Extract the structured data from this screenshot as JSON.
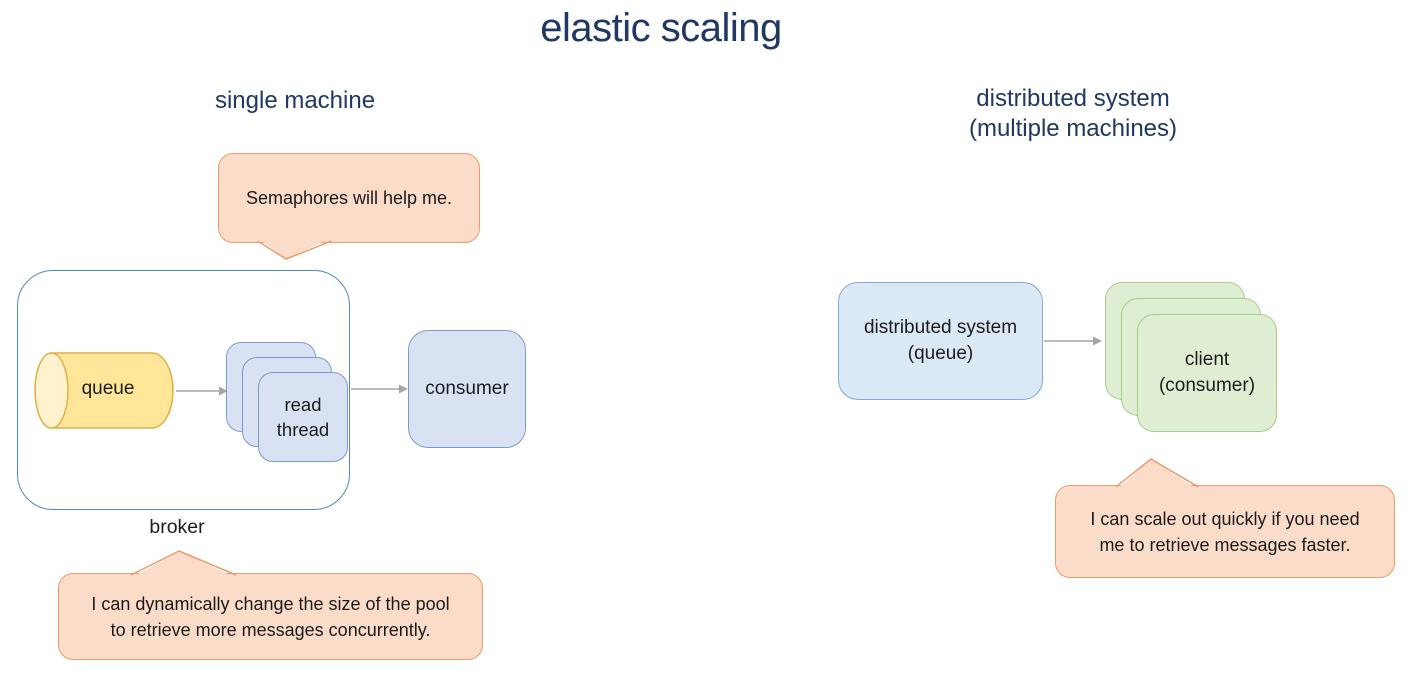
{
  "title": "elastic scaling",
  "left_panel": {
    "heading": "single machine",
    "callout_top": {
      "text": "Semaphores will help me."
    },
    "broker": {
      "label": "broker",
      "queue_label": "queue",
      "read_thread": {
        "line1": "read",
        "line2": "thread"
      }
    },
    "consumer_label": "consumer",
    "callout_bottom": {
      "line1": "I can dynamically change the size of the pool",
      "line2": "to retrieve more messages concurrently."
    }
  },
  "right_panel": {
    "heading": {
      "line1": "distributed system",
      "line2": "(multiple machines)"
    },
    "queue_box": {
      "line1": "distributed system",
      "line2": "(queue)"
    },
    "client_stack": {
      "line1": "client",
      "line2": "(consumer)"
    },
    "callout": {
      "line1": "I can scale out quickly if you need",
      "line2": "me to retrieve messages faster."
    }
  },
  "colors": {
    "heading_text": "#1f3864",
    "callout_fill": "#fbdcc9",
    "callout_border": "#eb9b6d",
    "broker_border": "#5089c6",
    "blue_card_fill": "#d9e2f2",
    "blue_card_border": "#8099cc",
    "right_queue_fill": "#dbe8f6",
    "right_queue_border": "#87a7d4",
    "green_card_fill": "#dfedd3",
    "green_card_border": "#a6cd8c",
    "cylinder_fill": "#ffe699",
    "cylinder_cap_fill": "#fff2cc",
    "cylinder_border": "#e2ae46",
    "arrow": "#a6a6a6"
  }
}
